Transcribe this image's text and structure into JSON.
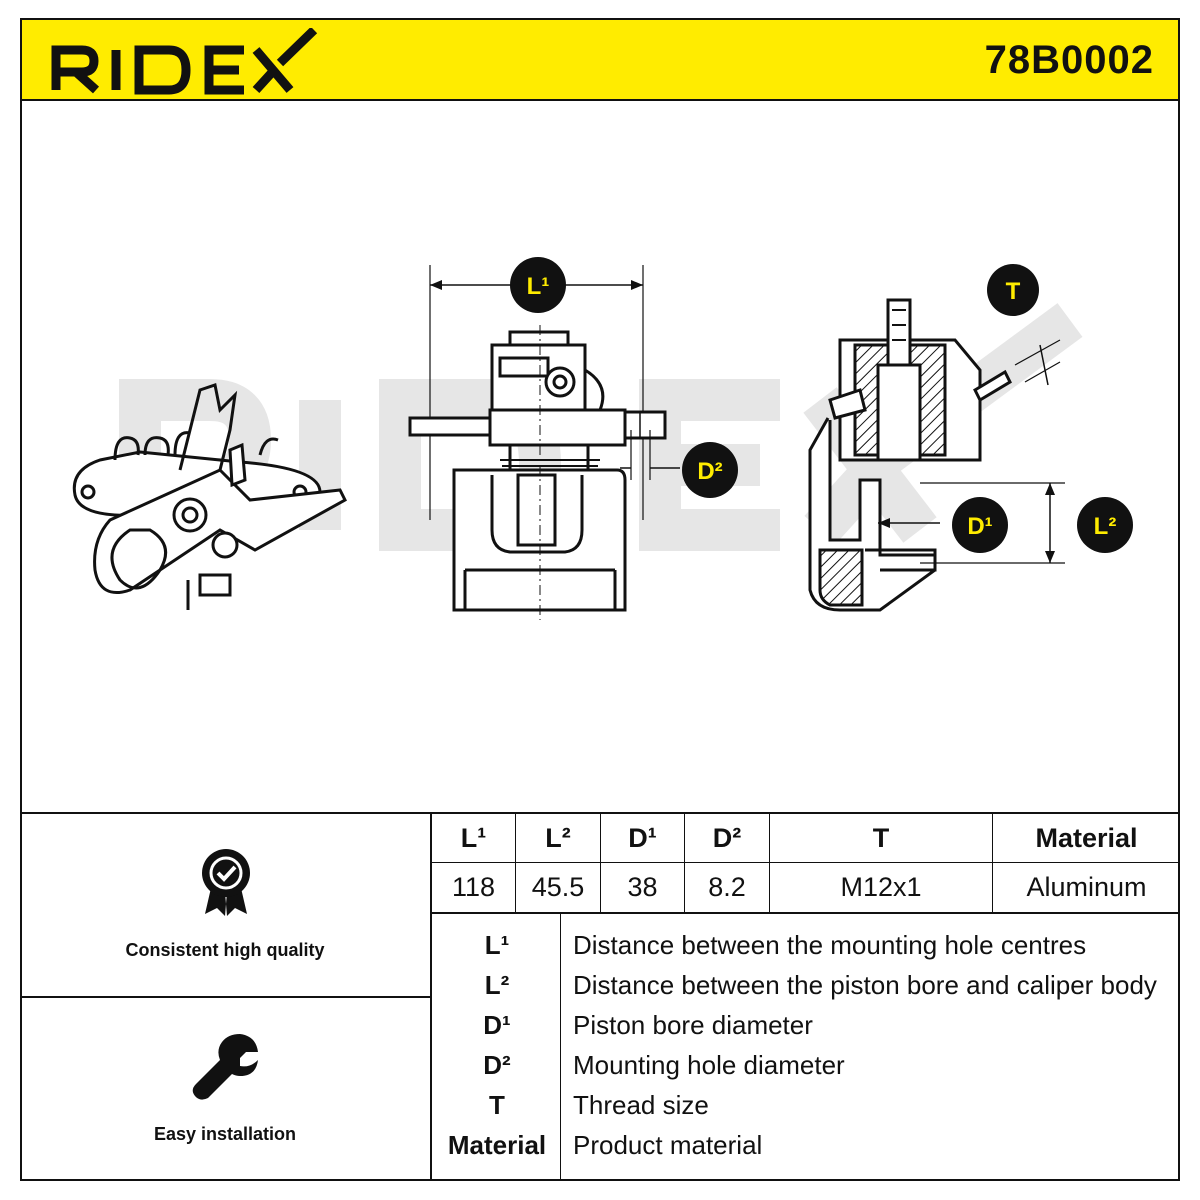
{
  "header": {
    "brand": "RIDEX",
    "part_number": "78B0002",
    "brand_color": "#ffec00"
  },
  "drawing": {
    "watermark": "RIDEX",
    "badges": {
      "L1": "L¹",
      "D2": "D²",
      "T": "T",
      "D1": "D¹",
      "L2": "L²"
    }
  },
  "features": [
    {
      "icon": "quality-badge-icon",
      "label": "Consistent high quality"
    },
    {
      "icon": "wrench-icon",
      "label": "Easy installation"
    }
  ],
  "spec_table": {
    "headers": [
      "L¹",
      "L²",
      "D¹",
      "D²",
      "T",
      "Material"
    ],
    "values": [
      "118",
      "45.5",
      "38",
      "8.2",
      "M12x1",
      "Aluminum"
    ]
  },
  "legend": [
    {
      "symbol": "L¹",
      "description": "Distance between the mounting hole centres"
    },
    {
      "symbol": "L²",
      "description": "Distance between the piston bore and caliper body"
    },
    {
      "symbol": "D¹",
      "description": "Piston bore diameter"
    },
    {
      "symbol": "D²",
      "description": "Mounting hole diameter"
    },
    {
      "symbol": "T",
      "description": "Thread size"
    },
    {
      "symbol": "Material",
      "description": "Product material"
    }
  ]
}
